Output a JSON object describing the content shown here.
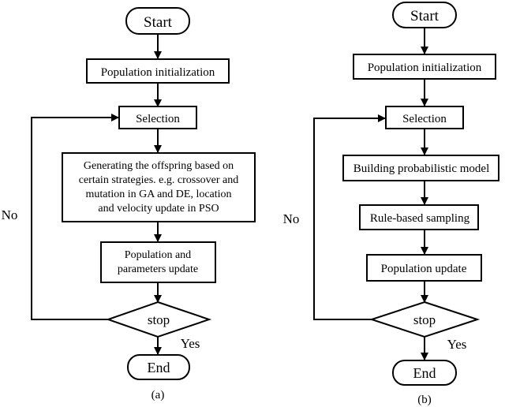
{
  "flowchart_a": {
    "start": "Start",
    "init": "Population initialization",
    "selection": "Selection",
    "generate": [
      "Generating the offspring based on",
      "certain strategies. e.g. crossover and",
      "mutation in GA and DE, location",
      "and velocity update in PSO"
    ],
    "update": [
      "Population and",
      "parameters update"
    ],
    "decision": "stop",
    "no_label": "No",
    "yes_label": "Yes",
    "end": "End",
    "caption": "(a)"
  },
  "flowchart_b": {
    "start": "Start",
    "init": "Population initialization",
    "selection": "Selection",
    "model": "Building probabilistic model",
    "sampling": "Rule-based sampling",
    "update": "Population update",
    "decision": "stop",
    "no_label": "No",
    "yes_label": "Yes",
    "end": "End",
    "caption": "(b)"
  }
}
